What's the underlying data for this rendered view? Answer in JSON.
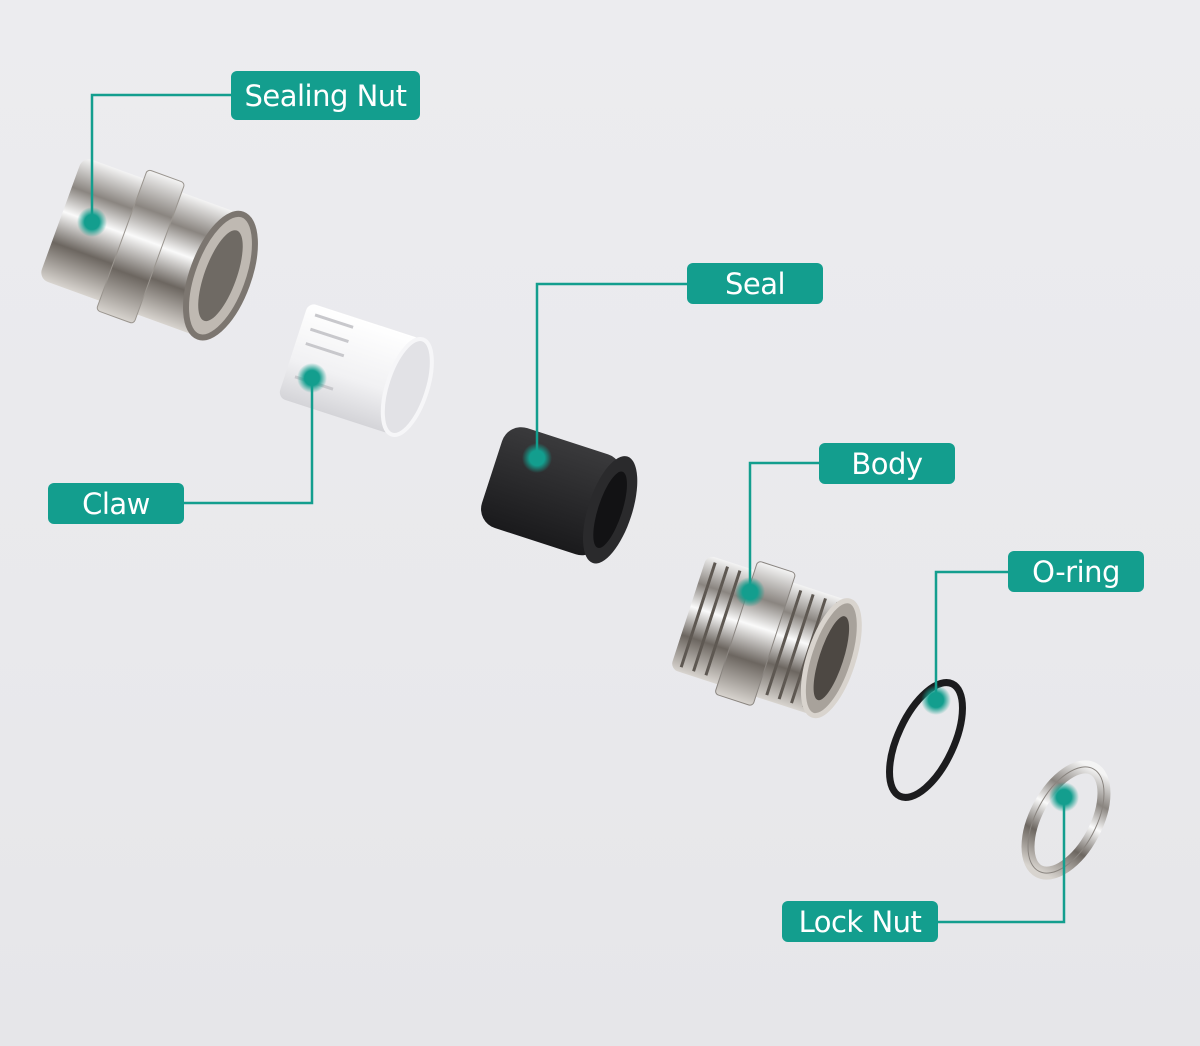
{
  "diagram": {
    "accent_color": "#139e8e",
    "parts": [
      {
        "id": "sealing-nut",
        "label": "Sealing Nut"
      },
      {
        "id": "claw",
        "label": "Claw"
      },
      {
        "id": "seal",
        "label": "Seal"
      },
      {
        "id": "body",
        "label": "Body"
      },
      {
        "id": "o-ring",
        "label": "O-ring"
      },
      {
        "id": "lock-nut",
        "label": "Lock Nut"
      }
    ]
  }
}
